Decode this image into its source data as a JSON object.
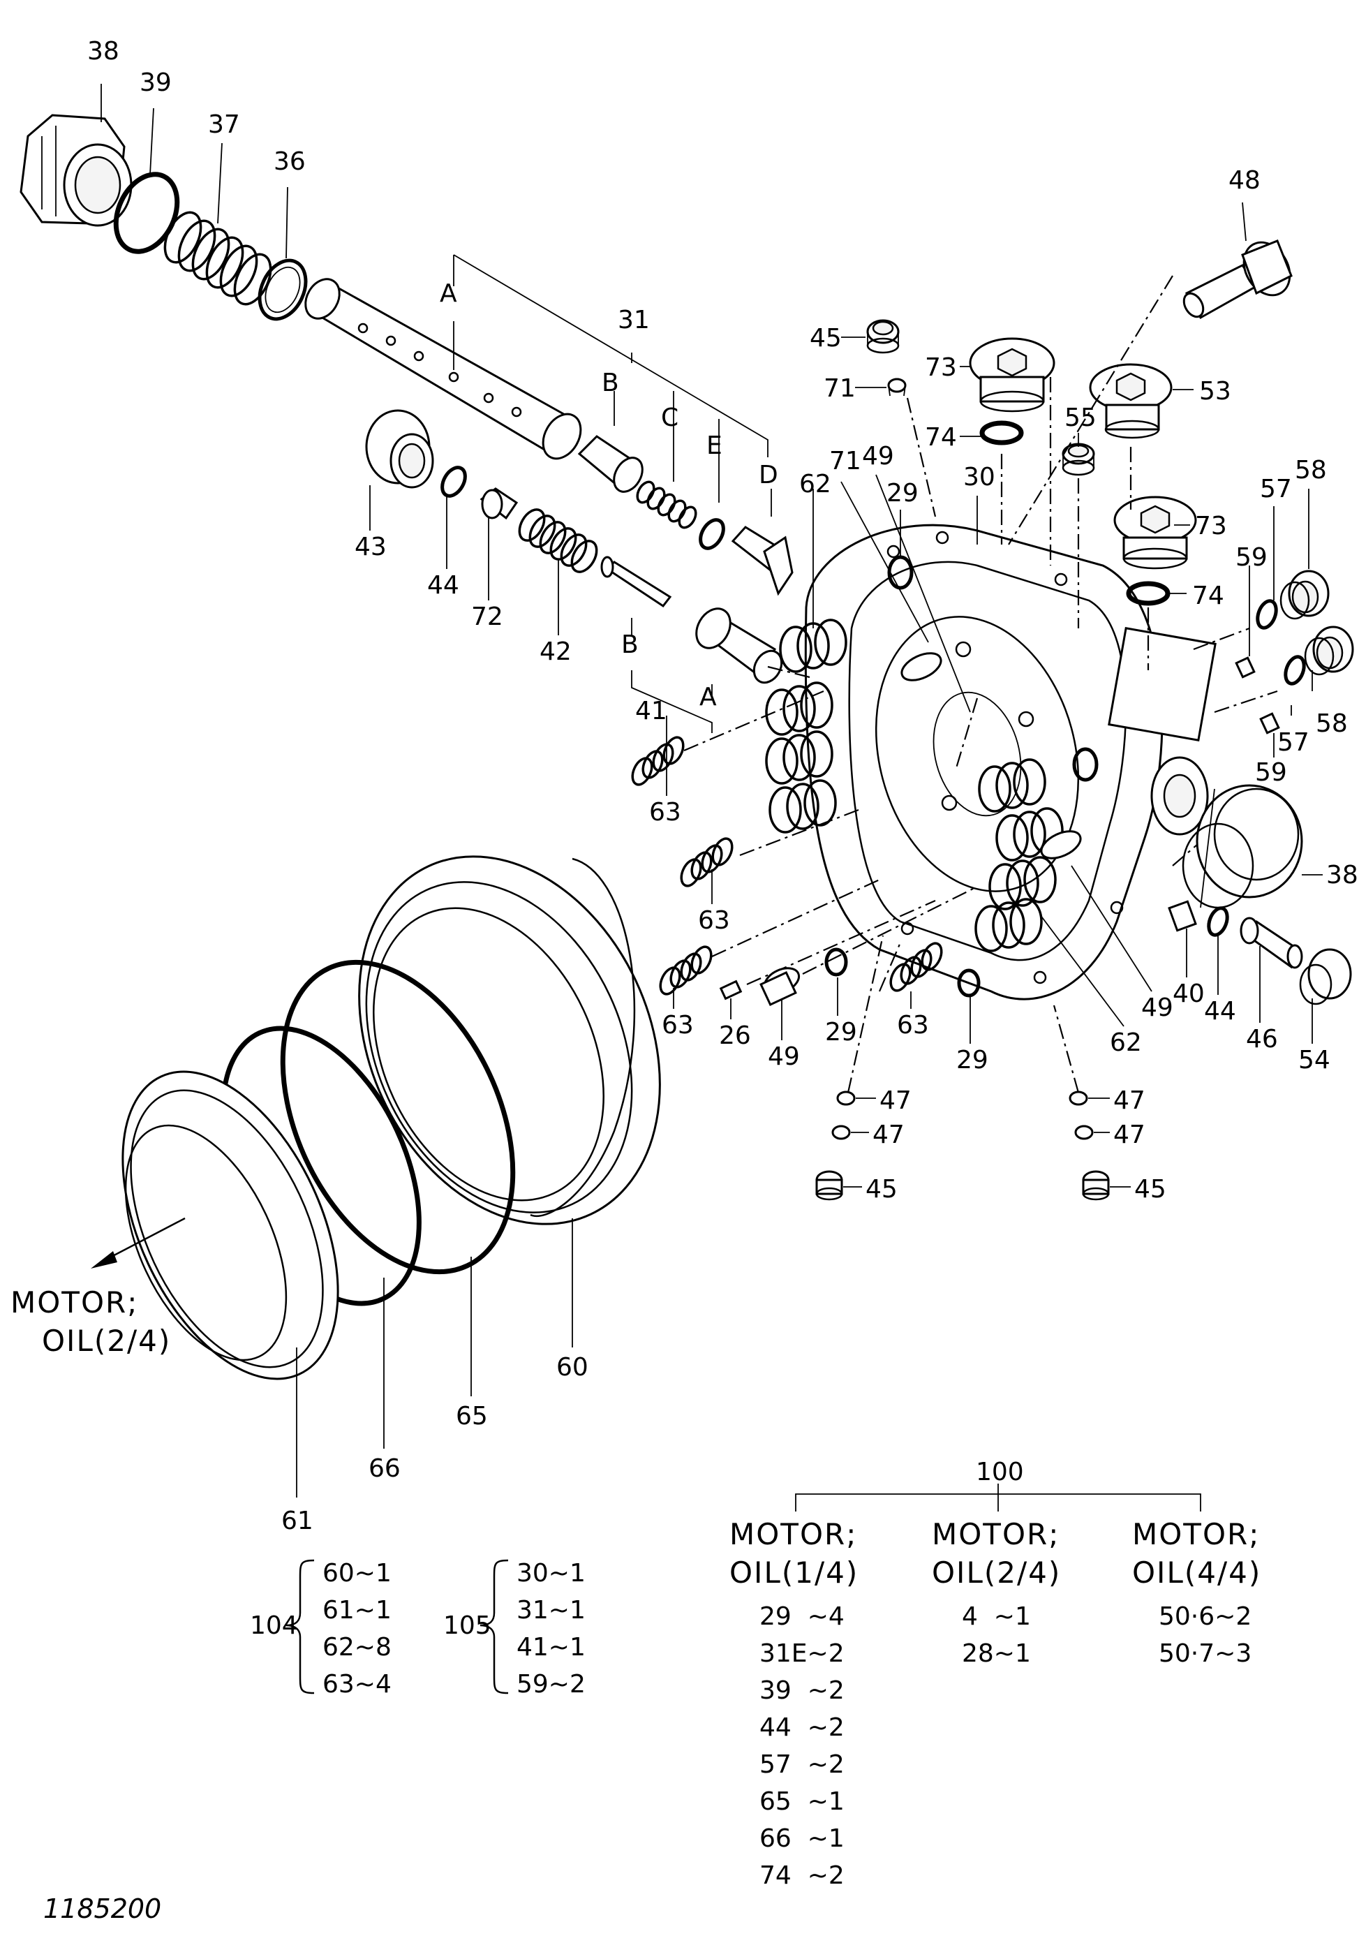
{
  "figure_id": "1185200",
  "callouts": {
    "c38a": "38",
    "c39": "39",
    "c37": "37",
    "c36": "36",
    "c48": "48",
    "cA1": "A",
    "c31": "31",
    "cB1": "B",
    "cC": "C",
    "cE": "E",
    "cD": "D",
    "c45a": "45",
    "c71a": "71",
    "c73a": "73",
    "c53": "53",
    "c74a": "74",
    "c55": "55",
    "c62a": "62",
    "c71b": "71",
    "c49a": "49",
    "c29a": "29",
    "c30": "30",
    "c73b": "73",
    "c74b": "74",
    "c57a": "57",
    "c58a": "58",
    "c59a": "59",
    "c43": "43",
    "c44a": "44",
    "c72": "72",
    "c42": "42",
    "cB2": "B",
    "cA2": "A",
    "c41": "41",
    "c63a": "63",
    "c63b": "63",
    "c57b": "57",
    "c58b": "58",
    "c59b": "59",
    "c38b": "38",
    "c63c": "63",
    "c26": "26",
    "c49b": "49",
    "c29b": "29",
    "c63d": "63",
    "c29c": "29",
    "c62b": "62",
    "c49c": "49",
    "c40": "40",
    "c44b": "44",
    "c46": "46",
    "c54": "54",
    "c47a": "47",
    "c47b": "47",
    "c45b": "45",
    "c47c": "47",
    "c47d": "47",
    "c45c": "45",
    "c60": "60",
    "c65": "65",
    "c66": "66",
    "c61": "61"
  },
  "ref_note": {
    "line1": "MOTOR;",
    "line2": "OIL(2/4)"
  },
  "assembly": {
    "number": "100",
    "columns": [
      {
        "head1": "MOTOR;",
        "head2": "OIL(1/4)",
        "items": [
          "29  ~4",
          "31E~2",
          "39  ~2",
          "44  ~2",
          "57  ~2",
          "65  ~1",
          "66  ~1",
          "74  ~2"
        ]
      },
      {
        "head1": "MOTOR;",
        "head2": "OIL(2/4)",
        "items": [
          "4  ~1",
          "28~1"
        ]
      },
      {
        "head1": "MOTOR;",
        "head2": "OIL(4/4)",
        "items": [
          "50·6~2",
          "50·7~3"
        ]
      }
    ]
  },
  "kits": [
    {
      "number": "104",
      "items": [
        "60~1",
        "61~1",
        "62~8",
        "63~4"
      ]
    },
    {
      "number": "105",
      "items": [
        "30~1",
        "31~1",
        "41~1",
        "59~2"
      ]
    }
  ]
}
